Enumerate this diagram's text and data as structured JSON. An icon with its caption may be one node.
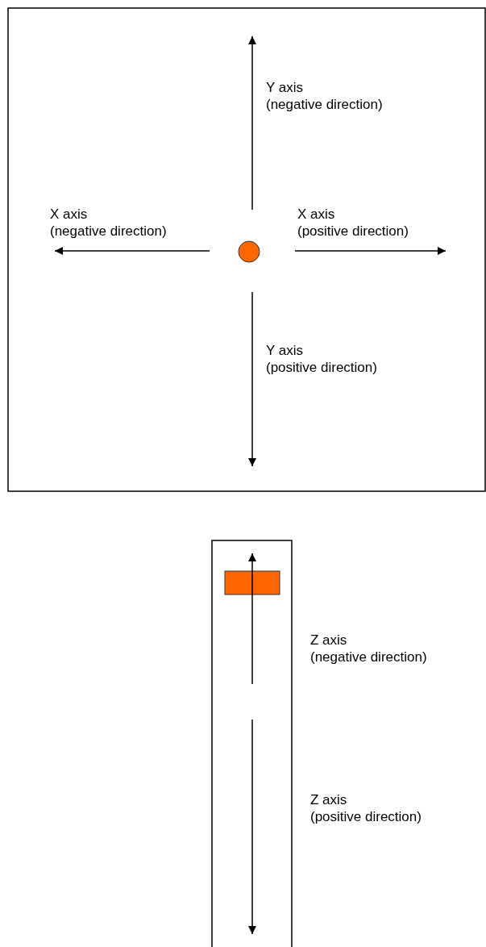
{
  "diagram": {
    "labels": [
      "Y axis (negative direction)",
      "X axis (negative direction)",
      "X axis (positive direction)",
      "Y axis (positive direction)",
      "Z axis (negative direction)",
      "Z axis (positive direction)"
    ]
  }
}
